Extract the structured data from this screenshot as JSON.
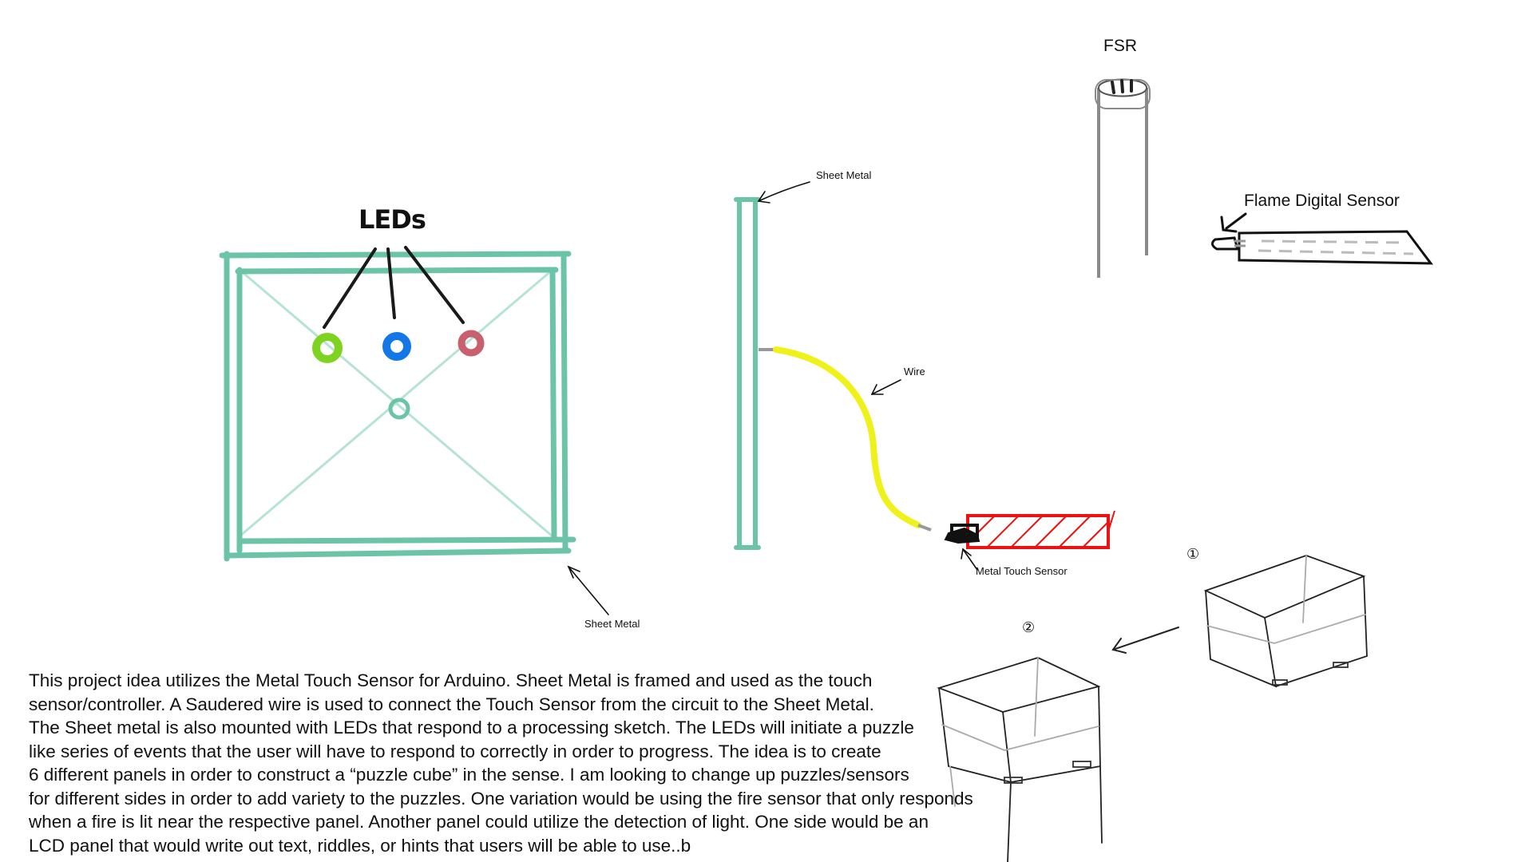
{
  "labels": {
    "leds": "LEDs",
    "sheet_metal_frame": "Sheet Metal",
    "sheet_metal_side": "Sheet Metal",
    "wire": "Wire",
    "metal_touch_sensor": "Metal Touch Sensor",
    "fsr": "FSR",
    "flame_sensor": "Flame Digital Sensor",
    "cube_one": "①",
    "cube_two": "②"
  },
  "colors": {
    "frame": "#6cc4a8",
    "frame_diagonal": "#b5e3d4",
    "led_green": "#7ed321",
    "led_blue": "#1477e8",
    "led_red": "#c9606e",
    "wire": "#eef21a",
    "touch_sensor": "#ee1111",
    "ink": "#111111",
    "fsr_rod": "#8a8a8a"
  },
  "description_lines": [
    "This project idea utilizes the Metal Touch Sensor for Arduino. Sheet Metal is framed and used as the touch",
    "sensor/controller. A Saudered wire is used to connect the Touch Sensor from the circuit to the Sheet Metal.",
    "The Sheet metal is also mounted with LEDs that respond to a processing sketch. The LEDs will initiate a puzzle",
    "like series of events that the user will have to respond to correctly in order to progress. The idea is to create",
    "6 different panels in order to construct a “puzzle cube” in the sense. I am looking to change up puzzles/sensors",
    "for different sides in order to add variety to the puzzles. One variation would be using the fire sensor that only responds",
    "when a fire is lit near the respective panel. Another panel could utilize the detection of light. One side would be an",
    "LCD panel that would write out text, riddles, or hints that users will be able to use..b"
  ]
}
